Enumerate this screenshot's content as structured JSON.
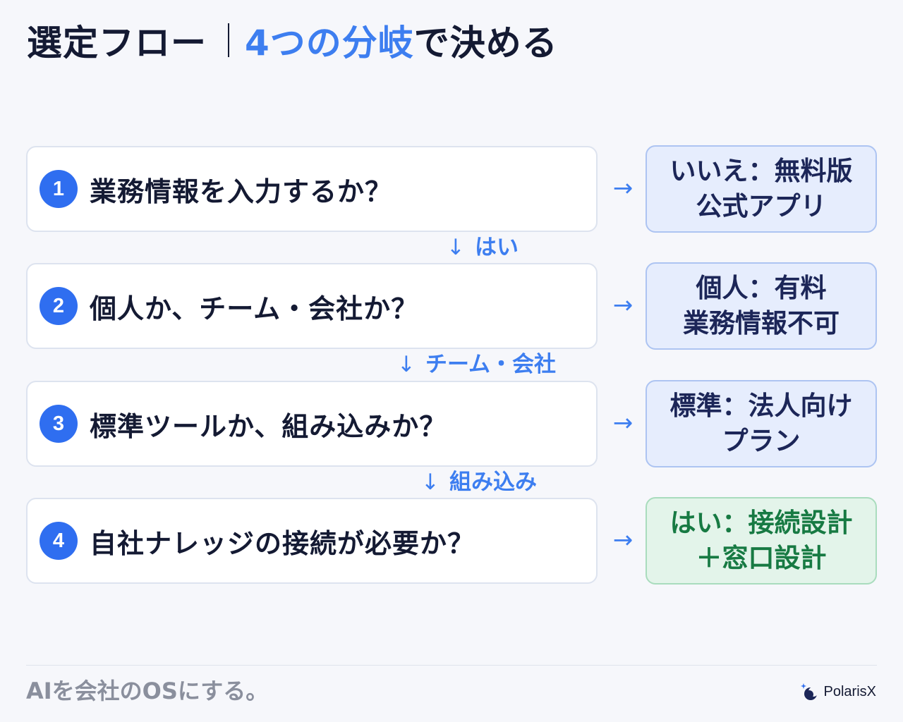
{
  "header": {
    "title_main": "選定フロー",
    "title_accent": "4つの分岐",
    "title_tail": "で決める"
  },
  "questions": [
    {
      "number": "1",
      "text": "業務情報を入力するか？"
    },
    {
      "number": "2",
      "text": "個人か、チーム・会社か？"
    },
    {
      "number": "3",
      "text": "標準ツールか、組み込みか？"
    },
    {
      "number": "4",
      "text": "自社ナレッジの接続が必要か？"
    }
  ],
  "arrow": "→",
  "results": [
    {
      "line1": "いいえ：無料版",
      "line2": "公式アプリ",
      "tone": "blue"
    },
    {
      "line1": "個人：有料",
      "line2": "業務情報不可",
      "tone": "blue"
    },
    {
      "line1": "標準：法人向け",
      "line2": "プラン",
      "tone": "blue"
    },
    {
      "line1": "はい：接続設計",
      "line2": "＋窓口設計",
      "tone": "green"
    }
  ],
  "flow": {
    "down_arrow": "↓",
    "labels": [
      "はい",
      "チーム・会社",
      "組み込み"
    ]
  },
  "footer": {
    "tagline": "AIを会社のOSにする。",
    "brand": "PolarisX"
  },
  "colors": {
    "accent": "#3d7ef0",
    "number_badge": "#2f6ef0",
    "result_blue_bg": "#e6edfd",
    "result_green_bg": "#e3f4ea",
    "result_green_text": "#177a43",
    "text_dark": "#141a33",
    "tagline_gray": "#8a8f9d"
  },
  "icons": {
    "brand_logo": "polaris-star-logo-icon"
  }
}
